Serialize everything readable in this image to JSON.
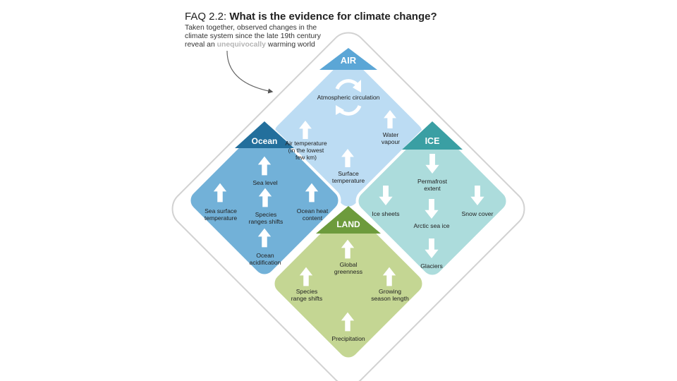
{
  "header": {
    "faq_label": "FAQ 2.2:",
    "question": "What is the evidence for climate change?",
    "subtitle_line1": "Taken together, observed changes in the",
    "subtitle_line2": "climate system since the late 19th century",
    "subtitle_line3_pre": "reveal an",
    "subtitle_line3_emph": "unequivocally",
    "subtitle_line3_post": "warming world"
  },
  "colors": {
    "air_fill": "#bcdcf3",
    "air_header": "#5ba6d6",
    "ocean_fill": "#72b1d8",
    "ocean_header": "#236f9c",
    "ice_fill": "#acdcdc",
    "ice_header": "#3a9fa3",
    "land_fill": "#c4d693",
    "land_header": "#6d9b3c",
    "outline": "#d2d2d2",
    "arrow": "#ffffff"
  },
  "sections": {
    "air": {
      "title": "AIR",
      "items": {
        "circulation": "Atmospheric circulation",
        "air_temp_1": "Air temperature",
        "air_temp_2": "(in the lowest",
        "air_temp_3": "few km)",
        "water_1": "Water",
        "water_2": "vapour",
        "surface_1": "Surface",
        "surface_2": "temperature"
      }
    },
    "ocean": {
      "title": "Ocean",
      "items": {
        "sea_level": "Sea level",
        "sst_1": "Sea surface",
        "sst_2": "temperature",
        "species_1": "Species",
        "species_2": "ranges shifts",
        "heat_1": "Ocean heat",
        "heat_2": "content",
        "acid_1": "Ocean",
        "acid_2": "acidification"
      }
    },
    "ice": {
      "title": "ICE",
      "items": {
        "permafrost_1": "Permafrost",
        "permafrost_2": "extent",
        "ice_sheets": "Ice sheets",
        "snow_cover": "Snow cover",
        "arctic_sea_ice": "Arctic sea ice",
        "glaciers": "Glaciers"
      }
    },
    "land": {
      "title": "LAND",
      "items": {
        "greenness_1": "Global",
        "greenness_2": "greenness",
        "species_1": "Species",
        "species_2": "range shifts",
        "growing_1": "Growing",
        "growing_2": "season length",
        "precipitation": "Precipitation"
      }
    }
  }
}
